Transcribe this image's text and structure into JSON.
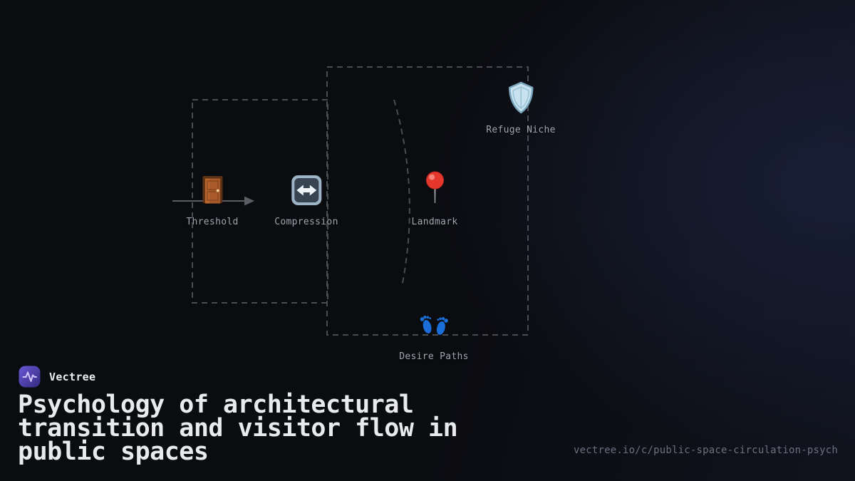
{
  "brand": {
    "name": "Vectree"
  },
  "card": {
    "title": "Psychology of architectural transition and visitor flow in public spaces",
    "url": "vectree.io/c/public-space-circulation-psych"
  },
  "diagram": {
    "nodes": [
      {
        "label": "Threshold",
        "icon": "door-icon"
      },
      {
        "label": "Compression",
        "icon": "compression-icon"
      },
      {
        "label": "Landmark",
        "icon": "pushpin-icon"
      },
      {
        "label": "Refuge Niche",
        "icon": "shield-icon"
      },
      {
        "label": "Desire Paths",
        "icon": "footprints-icon"
      }
    ],
    "colors": {
      "dashed_wall": "#4b4c52",
      "flow_arrow": "#5c5d63",
      "pin_red": "#e5372c",
      "shield_blue": "#c8e2ef",
      "footprint_blue": "#1b6ed8",
      "logo_purple": "#5b49c9"
    }
  }
}
